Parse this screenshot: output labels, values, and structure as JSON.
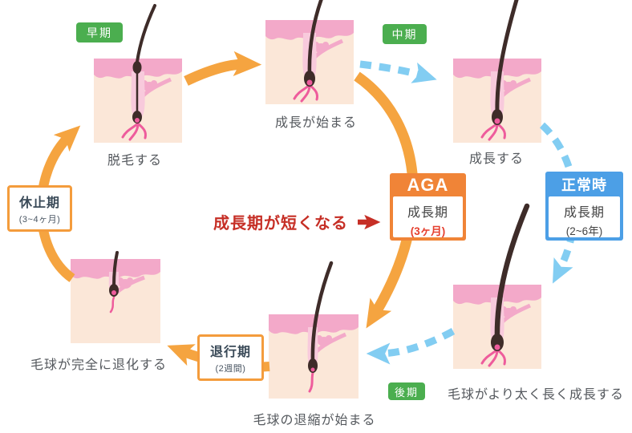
{
  "badges": {
    "early": "早期",
    "middle": "中期",
    "late": "後期"
  },
  "stages": [
    {
      "label": "脱毛する"
    },
    {
      "label": "成長が始まる"
    },
    {
      "label": "成長する"
    },
    {
      "label": "毛球がより太く長く成長する"
    },
    {
      "label": "毛球の退縮が始まる"
    },
    {
      "label": "毛球が完全に退化する"
    }
  ],
  "aga": {
    "title": "AGA",
    "phase": "成長期",
    "duration": "(3ヶ月)"
  },
  "normal": {
    "title": "正常時",
    "phase": "成長期",
    "duration": "(2~6年)"
  },
  "rest": {
    "title": "休止期",
    "duration": "(3~4ヶ月)"
  },
  "catagen": {
    "title": "退行期",
    "duration": "(2週間)"
  },
  "annotation": {
    "text": "成長期が短くなる"
  },
  "colors": {
    "aga_orange": "#F08437",
    "arrow_orange": "#F5A440",
    "normal_blue": "#4C9FE6",
    "arrow_blue": "#82CDF2",
    "badge_green": "#4BAE4F",
    "annotation_red": "#C62F26"
  }
}
